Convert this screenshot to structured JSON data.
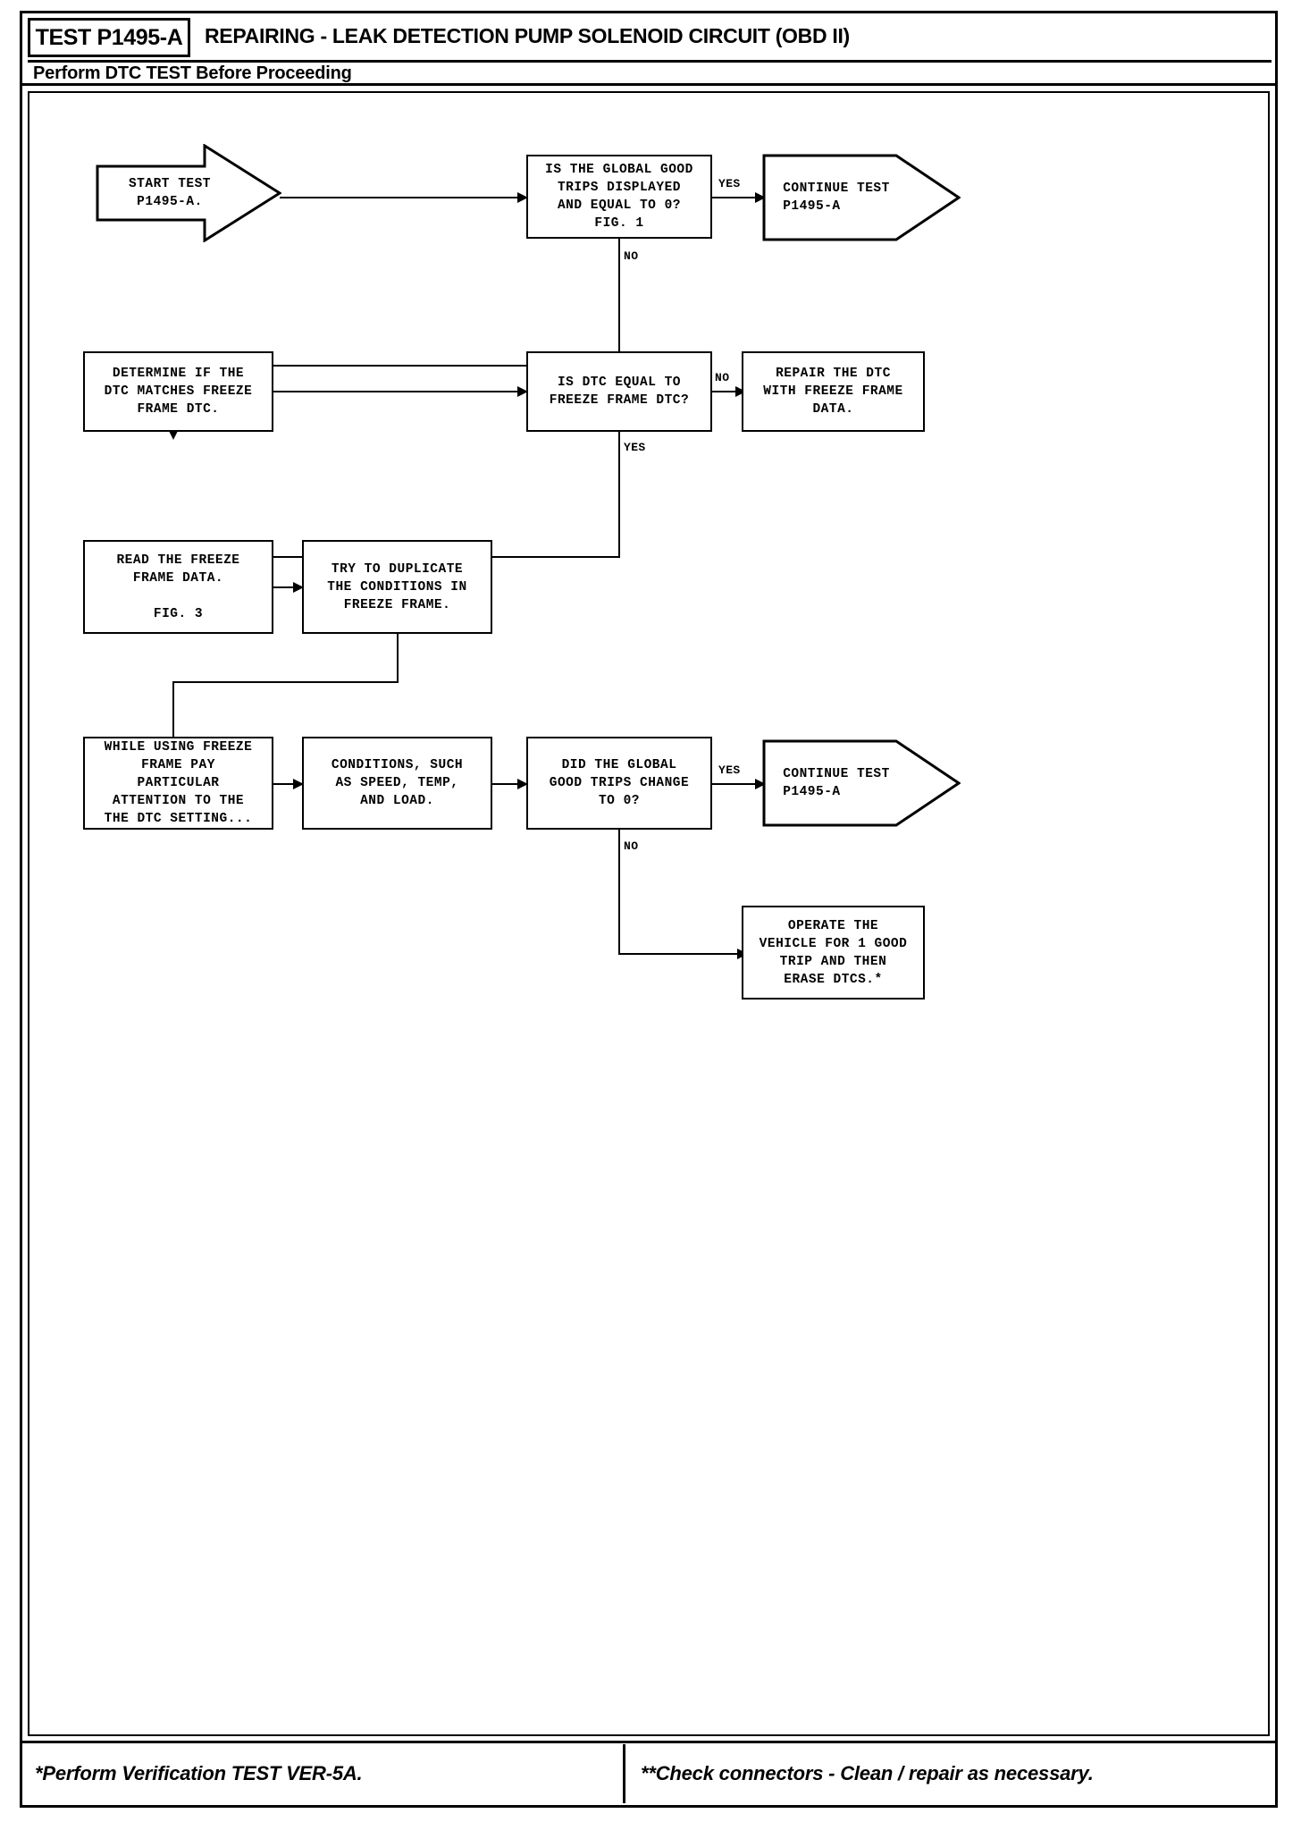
{
  "header": {
    "test_id": "TEST P1495-A",
    "title": "REPAIRING - LEAK DETECTION PUMP SOLENOID CIRCUIT (OBD II)",
    "subtitle": "Perform DTC TEST Before Proceeding"
  },
  "footer": {
    "left_note": "*Perform Verification TEST VER-5A.",
    "right_note": "**Check connectors - Clean / repair as necessary."
  },
  "flow": {
    "nodes": {
      "start_test": "START TEST\nP1495-A.",
      "q_global_good_trips": "IS THE GLOBAL GOOD\nTRIPS DISPLAYED\nAND EQUAL TO 0?\nFIG. 1",
      "continue_test_1": "CONTINUE TEST\nP1495-A",
      "determine_dtc_match": "DETERMINE IF THE\nDTC MATCHES FREEZE\nFRAME DTC.",
      "q_dtc_equal_freeze": "IS DTC EQUAL TO\nFREEZE FRAME DTC?",
      "repair_dtc": "REPAIR THE DTC\nWITH FREEZE FRAME\nDATA.",
      "read_freeze_frame": "READ THE FREEZE\nFRAME DATA.\n\nFIG. 3",
      "duplicate_conditions": "TRY TO DUPLICATE\nTHE CONDITIONS IN\nFREEZE FRAME.",
      "while_using_freeze": "WHILE USING FREEZE\nFRAME PAY\nPARTICULAR\nATTENTION TO THE\nTHE DTC SETTING...",
      "conditions_such_as": "CONDITIONS, SUCH\nAS SPEED, TEMP,\nAND LOAD.",
      "q_good_trips_change": "DID THE GLOBAL\nGOOD TRIPS CHANGE\nTO 0?",
      "continue_test_2": "CONTINUE TEST\nP1495-A",
      "operate_vehicle": "OPERATE THE\nVEHICLE FOR 1 GOOD\nTRIP AND THEN\nERASE DTCS.*"
    },
    "branch_labels": {
      "yes_1": "YES",
      "no_1": "NO",
      "no_2": "NO",
      "yes_2": "YES",
      "yes_3": "YES",
      "no_3": "NO"
    }
  },
  "colors": {
    "ink": "#000000",
    "paper": "#ffffff"
  }
}
